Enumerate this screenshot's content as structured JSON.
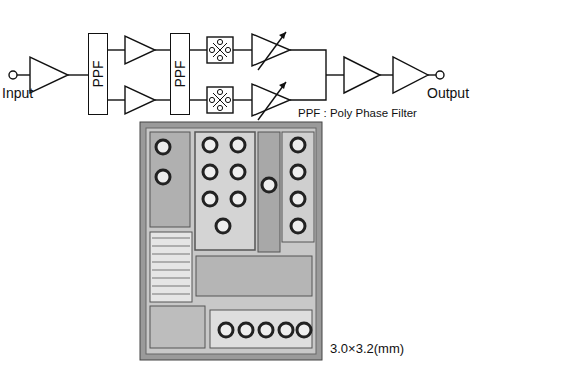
{
  "diagram": {
    "nodes": [
      {
        "text": [
          "PPF"
        ]
      },
      {
        "text": [
          "PPF"
        ]
      }
    ],
    "labels": [
      "Input",
      "Output",
      "PPF : Poly Phase Filter",
      "3.0×3.2(mm)"
    ]
  }
}
